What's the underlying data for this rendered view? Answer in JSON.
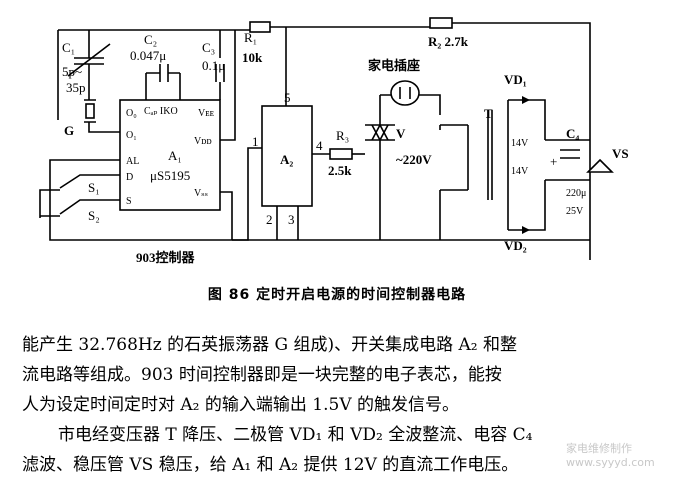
{
  "circuit": {
    "c1": "C₁",
    "c1_range": "5p~",
    "c1_range2": "35p",
    "c2": "C₂",
    "c2_val": "0.047μ",
    "c3": "C₃",
    "c3_val": "0.1μ",
    "r1": "R₁",
    "r1_val": "10k",
    "r2": "R₂ 2.7k",
    "socket": "家电插座",
    "vd1": "VD₁",
    "vd2": "VD₂",
    "g": "G",
    "pin_o0": "O₀",
    "pin_cap": "Cₐₚ IKO",
    "pin_vee": "Vᴇᴇ",
    "pin_o1": "O₁",
    "pin_vdd": "Vᴅᴅ",
    "pin_al": "AL",
    "a1": "A₁",
    "pin_d": "D",
    "chip": "μS5195",
    "s1": "S₁",
    "pin_s": "S",
    "pin_vss": "Vₛₛ",
    "s2": "S₂",
    "a2": "A₂",
    "pin1": "1",
    "pin2": "2",
    "pin3": "3",
    "pin4": "4",
    "pin5": "5",
    "r3": "R₃",
    "r3_val": "2.5k",
    "v": "V",
    "ac": "~220V",
    "t": "T",
    "v14a": "14V",
    "v14b": "14V",
    "c4": "C₄",
    "plus": "+",
    "vs": "VS",
    "c4_val1": "220μ",
    "c4_val2": "25V",
    "controller": "903控制器"
  },
  "caption": "图 86    定时开启电源的时间控制器电路",
  "paragraph": {
    "line1": "能产生 32.768Hz 的石英振荡器 G 组成)、开关集成电路 A₂ 和整",
    "line2": "流电路等组成。903 时间控制器即是一块完整的电子表芯，能按",
    "line3": "人为设定时间定时对 A₂ 的输入端输出 1.5V 的触发信号。",
    "line4": "市电经变压器 T 降压、二极管 VD₁ 和 VD₂ 全波整流、电容 C₄",
    "line5": "滤波、稳压管 VS 稳压，给 A₁ 和 A₂ 提供 12V 的直流工作电压。"
  },
  "watermark": {
    "text1": "家电维修制作",
    "text2": "www.syyyd.com"
  }
}
